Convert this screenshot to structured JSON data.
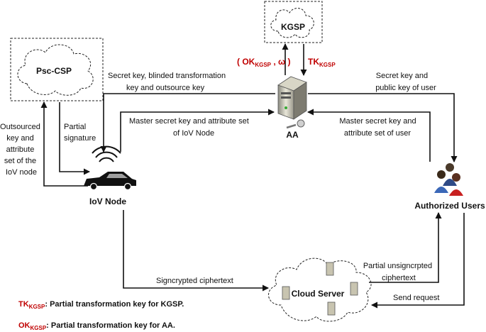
{
  "nodes": {
    "kgsp": "KGSP",
    "aa": "AA",
    "psc_csp": "Psc-CSP",
    "iov_node": "IoV Node",
    "authorized_users": "Authorized Users",
    "cloud_server": "Cloud Server"
  },
  "edges": {
    "ok_omega": {
      "open": "( ",
      "main": "OK",
      "sub": "KGSP",
      "rest": " , ω )"
    },
    "tk_kgsp": {
      "main": "TK",
      "sub": "KGSP"
    },
    "aa_to_iov": [
      "Secret key, blinded transformation",
      "key and outsource key"
    ],
    "iov_to_aa": [
      "Master secret key and attribute set",
      "of IoV Node"
    ],
    "aa_to_users": [
      "Secret key and",
      "public key of user"
    ],
    "users_to_aa": [
      "Master secret key and",
      "attribute set of user"
    ],
    "iov_to_psc": [
      "Outsourced",
      "key and",
      "attribute",
      "set of the",
      "IoV node"
    ],
    "psc_to_iov": [
      "Partial",
      "signature"
    ],
    "iov_to_cloud": "Signcrypted ciphertext",
    "cloud_to_users": [
      "Partial unsigncrpted",
      "ciphertext"
    ],
    "users_to_cloud": "Send request"
  },
  "legend": [
    {
      "main": "TK",
      "sub": "KGSP",
      "text": ": Partial transformation key for KGSP."
    },
    {
      "main": "OK",
      "sub": "KGSP",
      "text": ": Partial transformation key for AA."
    }
  ],
  "colors": {
    "accent_red": "#c00000",
    "line": "#111111"
  }
}
